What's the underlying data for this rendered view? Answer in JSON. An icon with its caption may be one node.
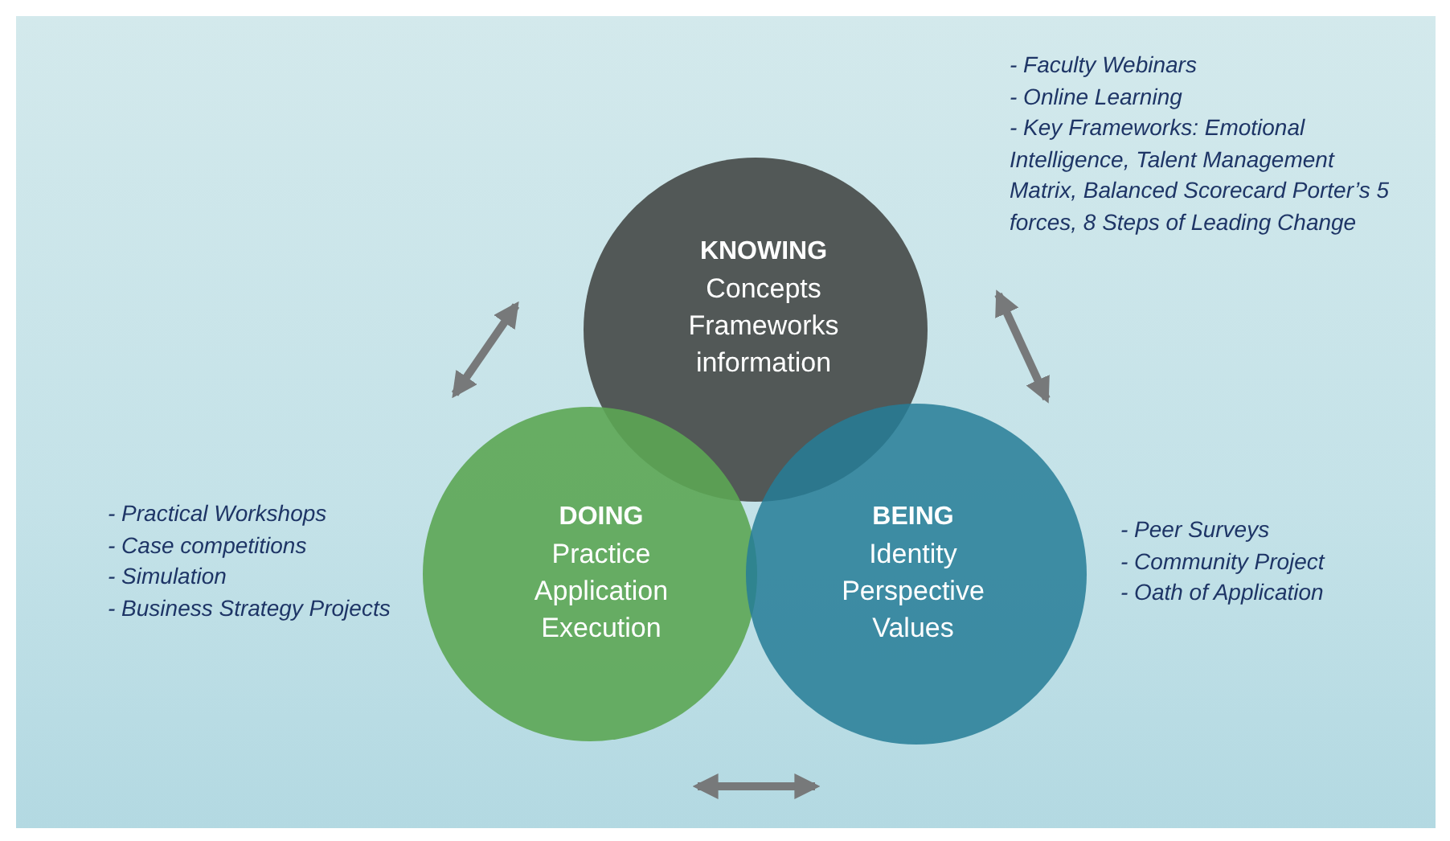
{
  "diagram": {
    "nodes": [
      {
        "text": [
          "KNOWING",
          "Concepts",
          "Frameworks",
          "information"
        ],
        "beside": [
          "- Faculty Webinars",
          "- Online Learning",
          "- Key Frameworks: Emotional Intelligence, Talent Management Matrix, Balanced Scorecard Porter’s 5 forces, 8 Steps of Leading Change"
        ]
      },
      {
        "text": [
          "DOING",
          "Practice",
          "Application",
          "Execution"
        ],
        "beside": [
          "- Practical Workshops",
          "- Case competitions",
          "- Simulation",
          "- Business Strategy Projects"
        ]
      },
      {
        "text": [
          "BEING",
          "Identity",
          "Perspective",
          "Values"
        ],
        "beside": [
          "- Peer Surveys",
          "- Community Project",
          "- Oath of Application"
        ]
      }
    ],
    "edges": [
      {
        "from": 0,
        "to": 1,
        "arrow": "both"
      },
      {
        "from": 0,
        "to": 2,
        "arrow": "both"
      },
      {
        "from": 1,
        "to": 2,
        "arrow": "both"
      }
    ]
  }
}
